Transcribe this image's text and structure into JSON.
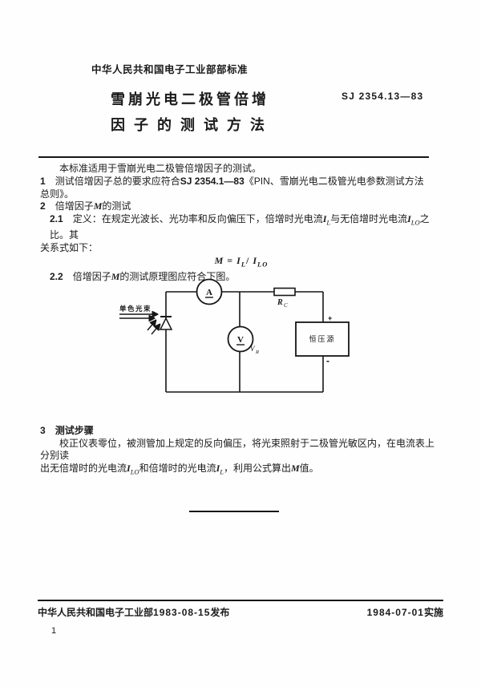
{
  "header": {
    "org": "中华人民共和国电子工业部部标准",
    "title_line1": "雪崩光电二极管倍增",
    "title_line2": "因子的测试方法",
    "std_no": "SJ 2354.13—83"
  },
  "body": {
    "intro": "本标准适用于雪崩光电二极管倍增因子的测试。",
    "item1": {
      "num": "1",
      "pre": "测试倍增因子总的要求应符合",
      "std": "SJ 2354.1—83",
      "post": "《PIN、雪崩光电二极管光电参数测试方法　总则》。"
    },
    "item2": {
      "num": "2",
      "pre": "倍增因子",
      "var": "M",
      "post": "的测试"
    },
    "item21": {
      "num": "2.1",
      "seg1": "定义：在规定光波长、光功率和反向偏压下，倍增时光电流",
      "i1": "I",
      "i1sub": "L",
      "seg2": "与无倍增时光电流",
      "i2": "I",
      "i2sub": "LO",
      "seg3": "之比。其",
      "seg4": "关系式如下："
    },
    "formula": {
      "lhs": "M",
      "eq": "=",
      "i1": "I",
      "i1sub": "L",
      "slash": "/",
      "i2": "I",
      "i2sub": "LO"
    },
    "item22": {
      "num": "2.2",
      "pre": "倍增因子",
      "var": "M",
      "post": "的测试原理图应符合下图。"
    }
  },
  "diagram": {
    "beam_label": "单色光束",
    "ammeter": "A",
    "voltmeter": "V",
    "vr_main": "V",
    "vr_sub": "R",
    "rc_main": "R",
    "rc_sub": "C",
    "source": "恒压源",
    "plus": "+",
    "minus": "-"
  },
  "section3": {
    "num": "3",
    "title": "测试步骤",
    "line1": "校正仪表零位，被测管加上规定的反向偏压，将光束照射于二极管光敏区内，在电流表上分别读",
    "line2_pre": "出无倍增时的光电流",
    "i1": "I",
    "i1sub": "LO",
    "mid": "和倍增时的光电流",
    "i2": "I",
    "i2sub": "L",
    "post": "，利用公式算出",
    "var": "M",
    "end": "值。"
  },
  "footer": {
    "left_org": "中华人民共和国电子工业部",
    "pub_date": "1983-08-15",
    "pub_label": "发布",
    "impl_date": "1984-07-01",
    "impl_label": "实施",
    "page_no": "1"
  }
}
